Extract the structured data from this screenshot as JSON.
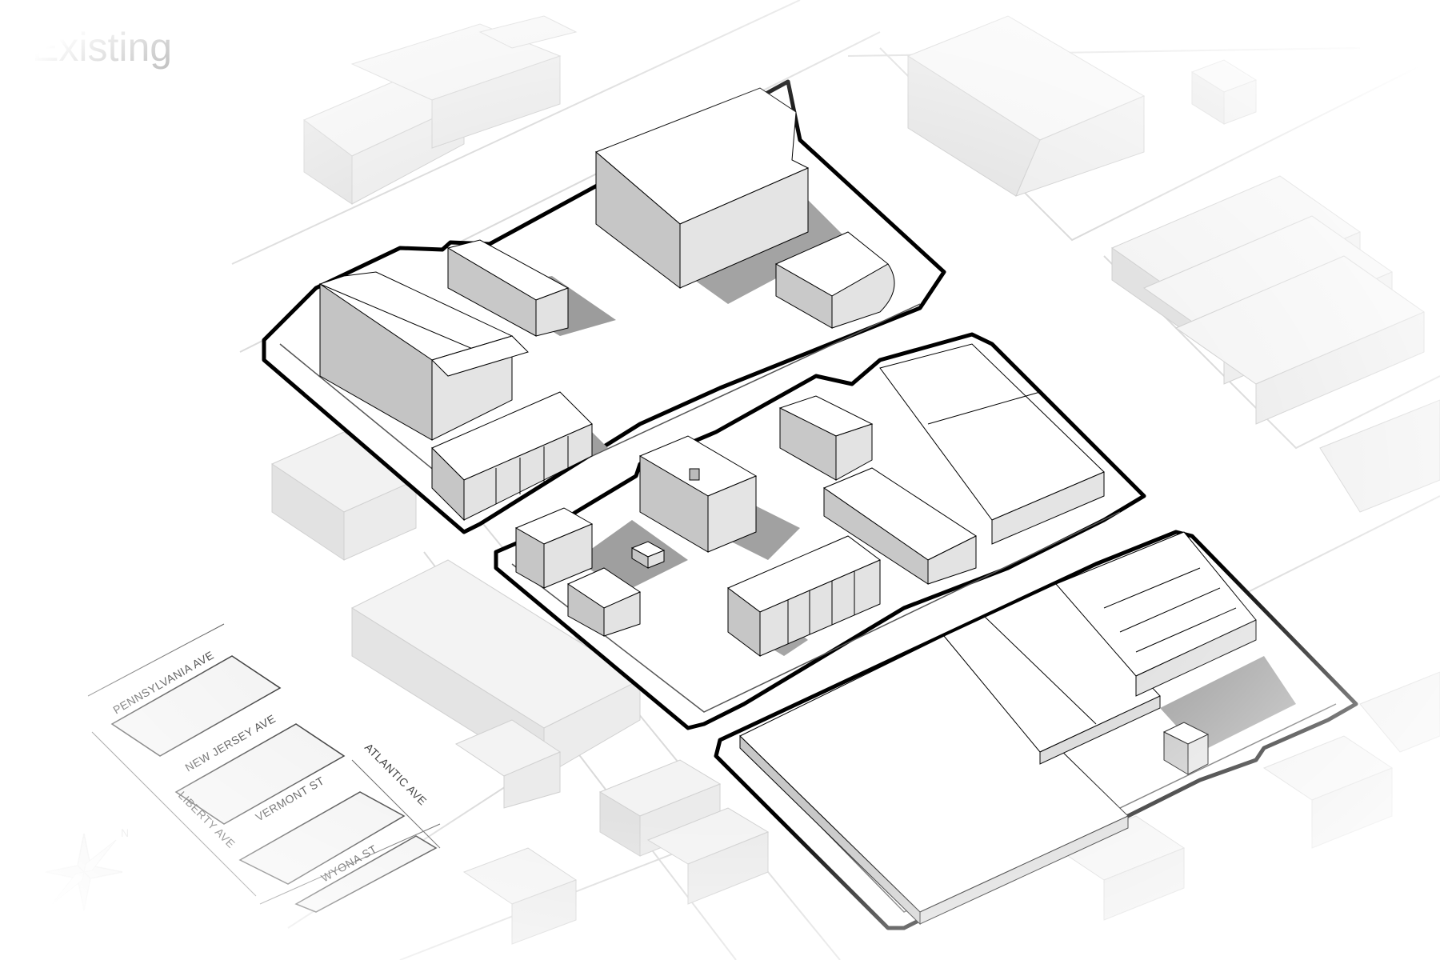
{
  "title": "Existing",
  "streets": {
    "pennsylvania": "PENNSYLVANIA AVE",
    "new_jersey": "NEW JERSEY AVE",
    "vermont": "VERMONT ST",
    "atlantic": "ATLANTIC AVE",
    "liberty": "LIBERTY AVE",
    "wyona": "WYONA ST"
  },
  "compass": {
    "north_label": "N"
  },
  "colors": {
    "site_outline": "#000000",
    "building_top": "#ffffff",
    "building_left": "#c8c8c8",
    "building_right": "#e6e6e6",
    "shadow": "#9a9a9a",
    "context": "#eeeeee"
  }
}
